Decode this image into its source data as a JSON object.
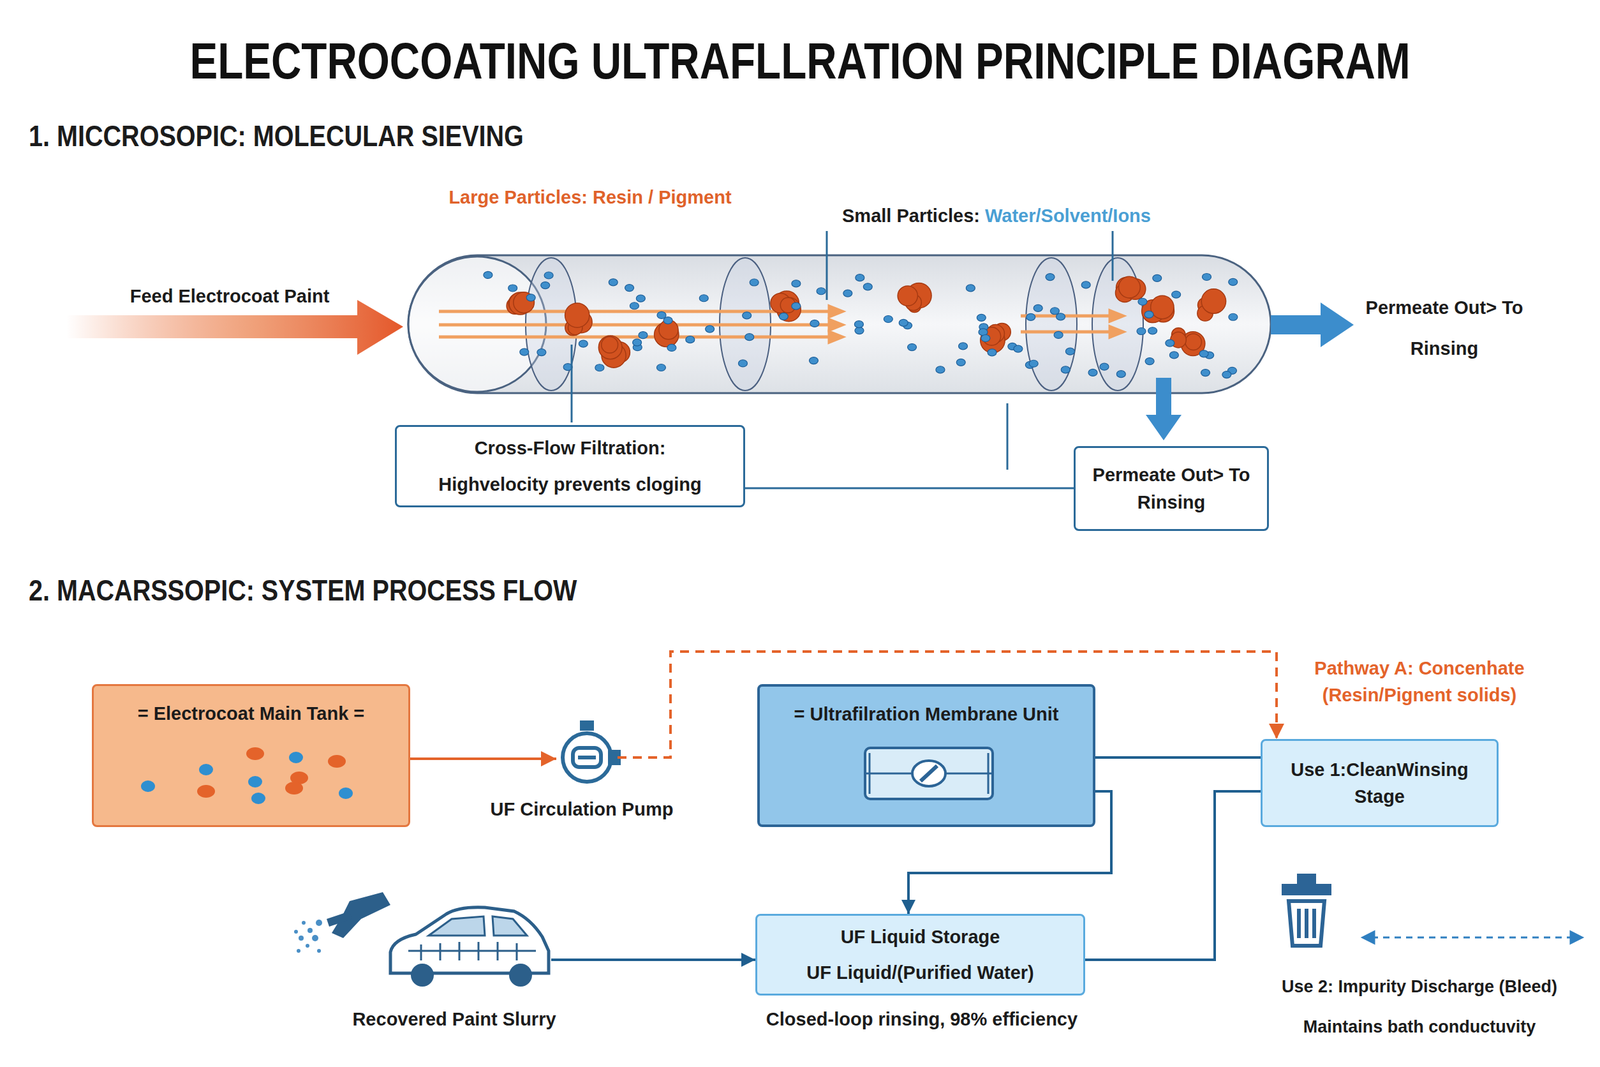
{
  "diagram": {
    "title": "ELECTROCOATING ULTRAFLLRATION PRINCIPLE DIAGRAM",
    "nodes": [
      {
        "text": [
          "Cross-Flow Filtration:",
          "Highvelocity prevents cloging"
        ]
      },
      {
        "text": [
          "Permeate Out> To Rinsing"
        ]
      },
      {
        "text": [
          "= Electrocoat Main Tank ="
        ]
      },
      {
        "text": [
          "UF Circulation Pump"
        ]
      },
      {
        "text": [
          "= Ultrafilration Membrane Unit"
        ]
      },
      {
        "text": [
          "Use 1:CleanWinsing Stage"
        ]
      },
      {
        "text": [
          "Recovered Paint Slurry"
        ]
      },
      {
        "text": [
          "UF Liquid Storage",
          "UF Liquid/(Purified Water)"
        ]
      },
      {
        "text": [
          "Use 2: Impurity Discharge (Bleed)",
          "Maintains bath conductuvity"
        ]
      }
    ],
    "edges": [
      {
        "from": 0,
        "to": 1,
        "arrow": "none"
      },
      {
        "from": 2,
        "to": 3,
        "arrow": "to"
      },
      {
        "from": 3,
        "to": 5,
        "arrow": "to",
        "label": "Pathway A: Concenhate (Resin/Pignent solids)"
      },
      {
        "from": 4,
        "to": 5,
        "arrow": "none"
      },
      {
        "from": 4,
        "to": 7,
        "arrow": "to"
      },
      {
        "from": 6,
        "to": 7,
        "arrow": "to"
      },
      {
        "from": 7,
        "to": 5,
        "arrow": "none"
      }
    ],
    "labels": [
      "1. MICCROSOPIC: MOLECULAR SIEVING",
      "Large Particles: Resin / Pigment",
      "Small Particles:",
      "Water/Solvent/Ions",
      "Feed Electrocoat Paint",
      "Permeate Out> To Rinsing",
      "2. MACARSSOPIC: SYSTEM PROCESS FLOW",
      "Closed-loop rinsing, 98% efficiency"
    ]
  }
}
